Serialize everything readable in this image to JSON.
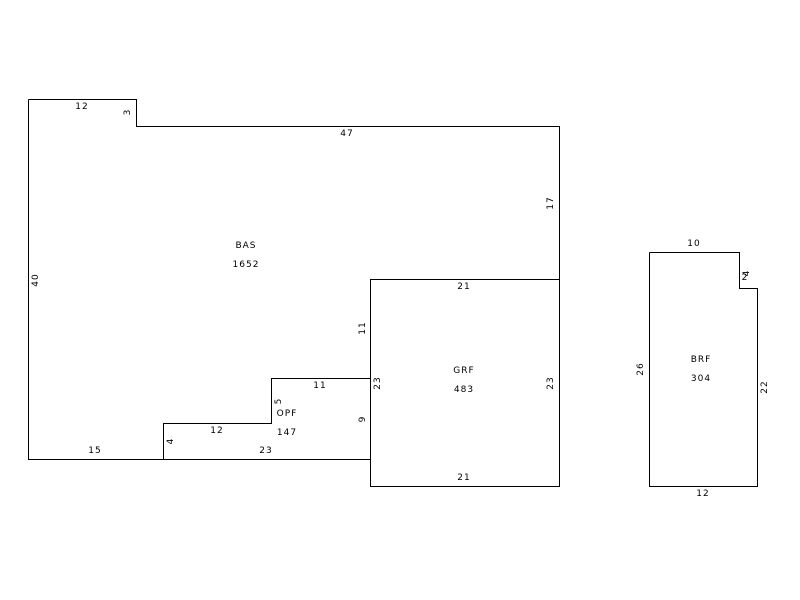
{
  "areas": {
    "bas": {
      "code": "BAS",
      "area": "1652"
    },
    "grf": {
      "code": "GRF",
      "area": "483"
    },
    "opf": {
      "code": "OPF",
      "area": "147"
    },
    "brf": {
      "code": "BRF",
      "area": "304"
    }
  },
  "dimensions": {
    "bas_top_left": "12",
    "bas_step_down": "3",
    "bas_top_right": "47",
    "bas_right_upper": "17",
    "bas_left": "40",
    "bas_bottom_left": "15",
    "bas_inner_top": "11",
    "bas_inner_lower": "9",
    "opf_top": "11",
    "opf_side": "5",
    "opf_step_top": "12",
    "opf_step_side": "4",
    "opf_bottom": "23",
    "grf_top": "21",
    "grf_left": "23",
    "grf_right": "23",
    "grf_bottom": "21",
    "brf_top": "10",
    "brf_step_down": "4",
    "brf_step_across": "2",
    "brf_left": "26",
    "brf_right": "22",
    "brf_bottom": "12"
  }
}
